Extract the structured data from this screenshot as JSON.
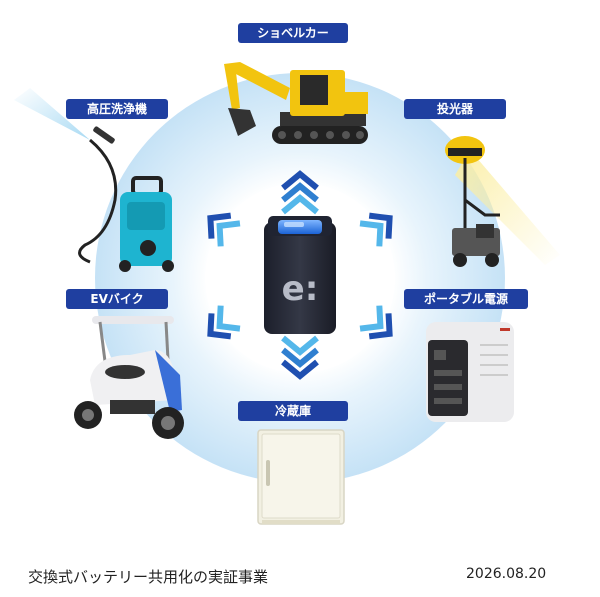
{
  "diagram": {
    "title": "交換式バッテリー共用化の実証事業",
    "date": "2026.08.20",
    "nodes": [
      {
        "id": "excavator",
        "label": "ショベルカー",
        "icon": "excavator-icon"
      },
      {
        "id": "pressure-washer",
        "label": "高圧洗浄機",
        "icon": "pressure-washer-icon"
      },
      {
        "id": "floodlight",
        "label": "投光器",
        "icon": "floodlight-icon"
      },
      {
        "id": "ev-bike",
        "label": "EVバイク",
        "icon": "ev-bike-icon"
      },
      {
        "id": "portable-power",
        "label": "ポータブル電源",
        "icon": "portable-power-icon"
      },
      {
        "id": "refrigerator",
        "label": "冷蔵庫",
        "icon": "refrigerator-icon"
      }
    ],
    "center": {
      "icon": "battery-icon",
      "logo_text": "e:"
    }
  },
  "colors": {
    "label_bg": "#1f3fa0",
    "ring_outer": "#cfe6f7",
    "ring_inner": "#e6f3fc",
    "arrow_dark": "#1f4fb0",
    "arrow_light": "#54b7ea",
    "yellow": "#f2c40f"
  }
}
